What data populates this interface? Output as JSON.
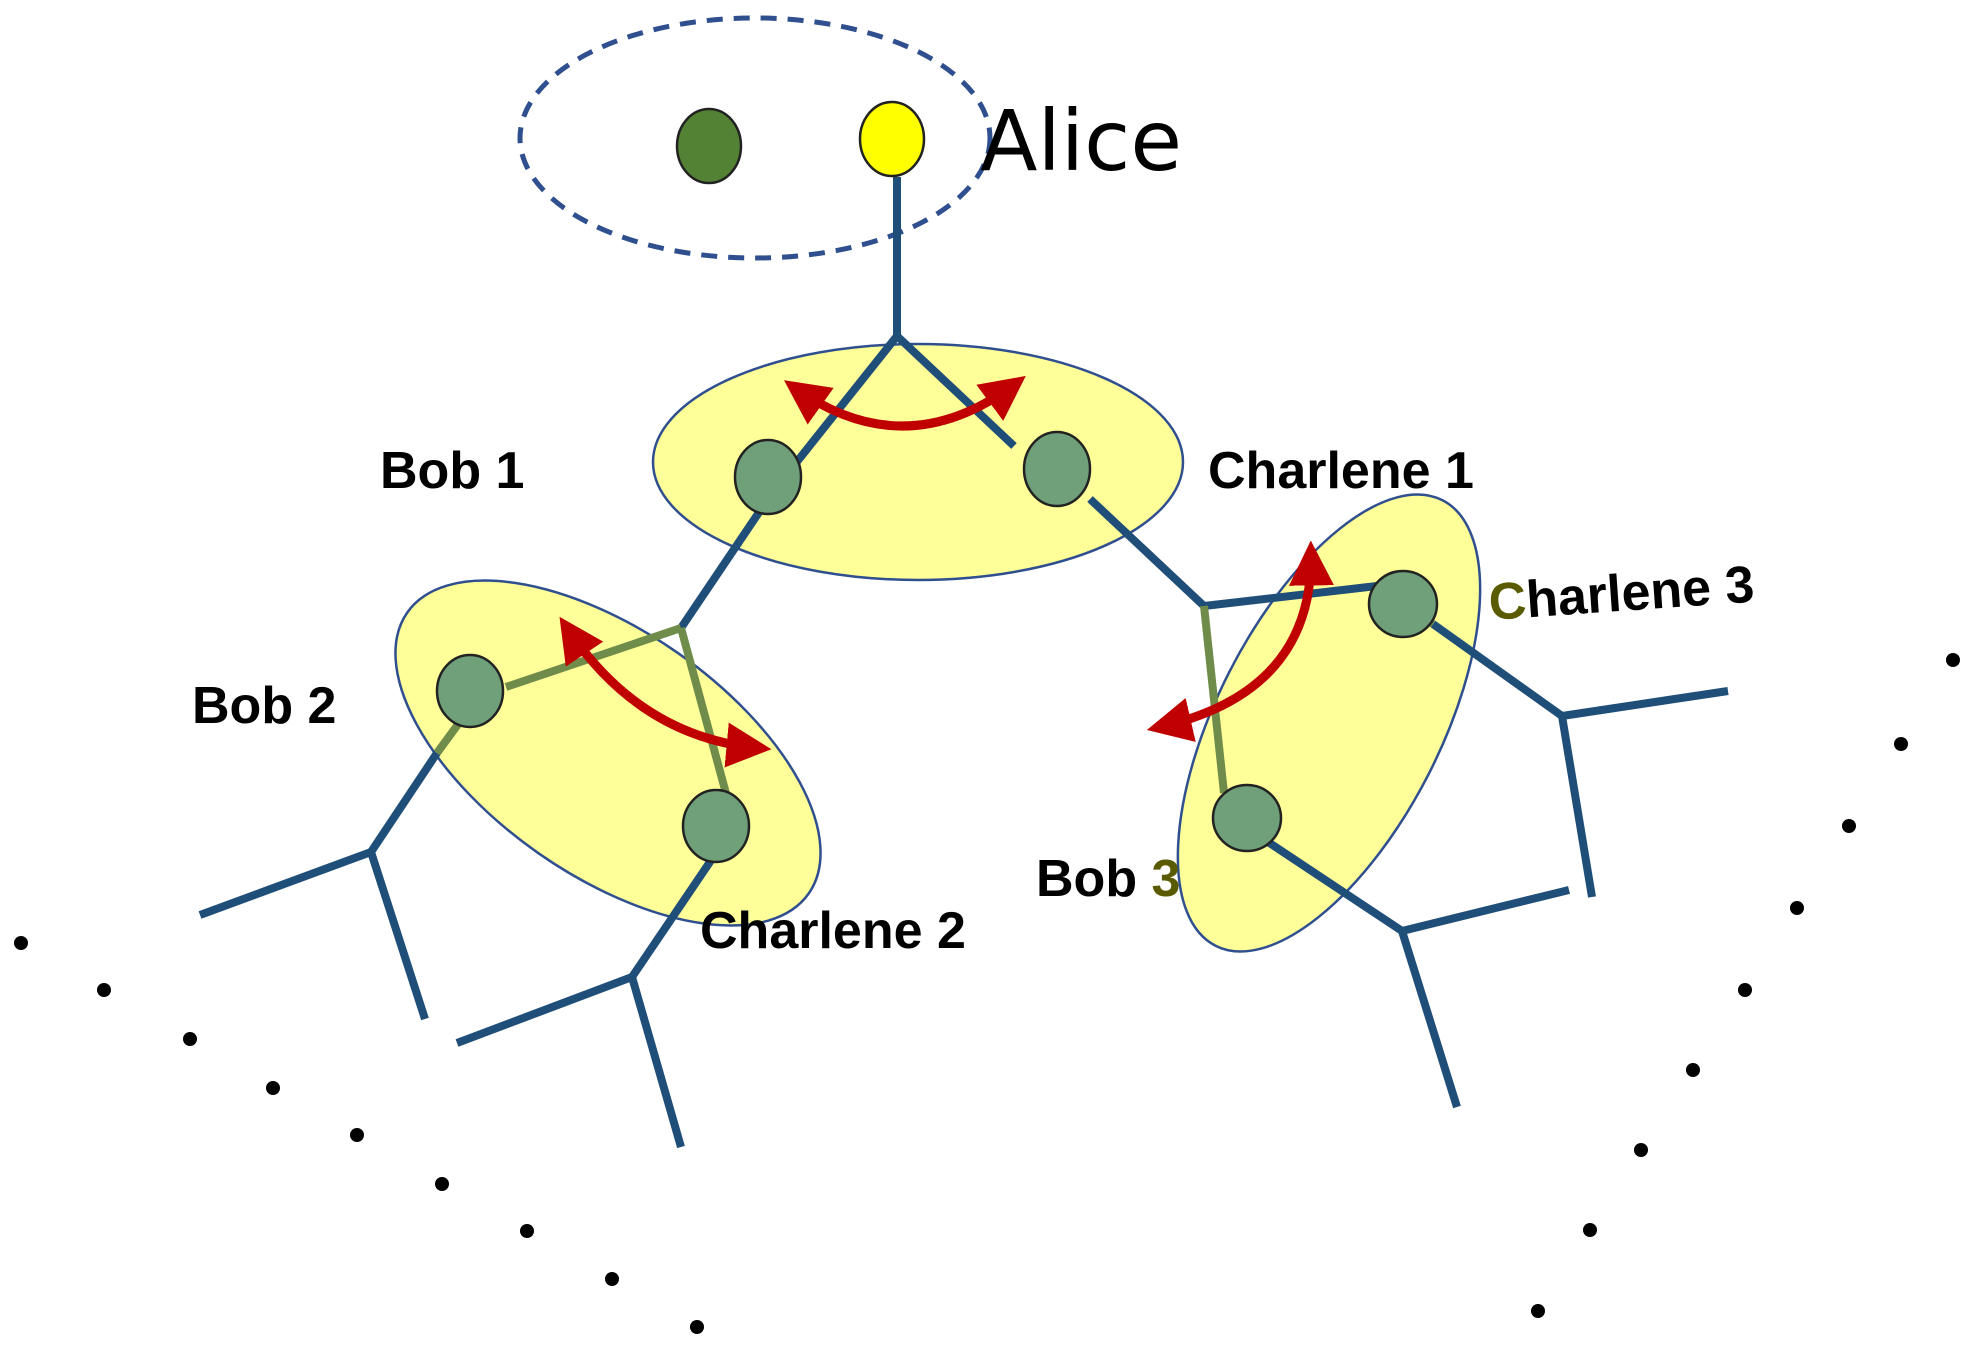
{
  "labels": {
    "alice": "Alice",
    "bob1": "Bob 1",
    "charlene1": "Charlene 1",
    "bob2": "Bob 2",
    "charlene2": "Charlene 2",
    "bob3_prefix": "Bob ",
    "bob3_number": "3",
    "charlene3_prefix": "C",
    "charlene3_rest": "harlene 3"
  },
  "colors": {
    "tree_edge": "#1f4e79",
    "olive_edge": "#6f8c4a",
    "node_fill": "#6fa07a",
    "alice_dark_node": "#548235",
    "alice_light_node": "#ffff00",
    "pair_ellipse_fill": "#ffff99",
    "pair_ellipse_stroke": "#2f4f8f",
    "swap_arrow": "#c00000",
    "dashed_ellipse": "#2f4f8f",
    "olive_text": "#5a5a00",
    "dots": "#000000"
  }
}
